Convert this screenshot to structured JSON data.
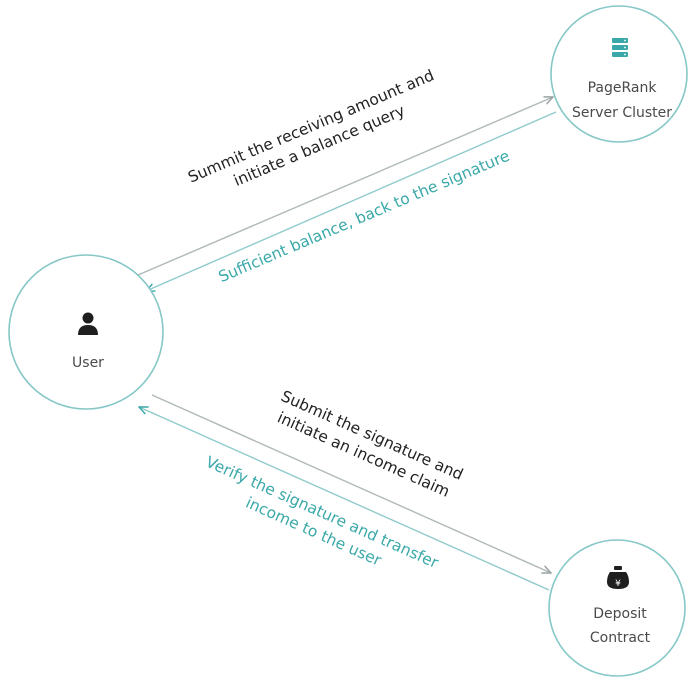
{
  "colors": {
    "circle_stroke": "#86c7c7",
    "teal": "#3aa8a8",
    "dark": "#222222",
    "arrow_line": "#aab3b3"
  },
  "nodes": {
    "user": {
      "label": "User",
      "icon": "user-icon"
    },
    "server": {
      "label_line1": "PageRank",
      "label_line2": "Server Cluster",
      "icon": "server-icon"
    },
    "contract": {
      "label_line1": "Deposit",
      "label_line2": "Contract",
      "icon": "money-bag-icon"
    }
  },
  "edges": {
    "query": {
      "line1": "Summit the receiving amount and",
      "line2": "initiate a balance query"
    },
    "balance_reply": {
      "line1": "Sufficient balance, back to the signature"
    },
    "claim": {
      "line1": "Submit the signature and",
      "line2": "initiate an income claim"
    },
    "transfer_reply": {
      "line1": "Verify the signature and transfer",
      "line2": "income to the user"
    }
  }
}
